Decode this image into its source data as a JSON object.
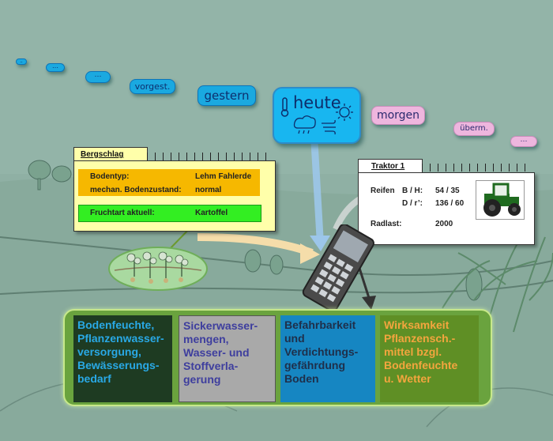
{
  "timeline": {
    "past": [
      "–",
      "…",
      "…"
    ],
    "vorgest": "vorgest.",
    "gestern": "gestern",
    "heute": "heute",
    "morgen": "morgen",
    "uebermorgen": "überm.",
    "future": "…"
  },
  "field_card": {
    "title": "Bergschlag",
    "rows": [
      {
        "label": "Bodentyp:",
        "value": "Lehm Fahlerde"
      },
      {
        "label": "mechan. Bodenzustand:",
        "value": "normal"
      }
    ],
    "crop": {
      "label": "Fruchtart aktuell:",
      "value": "Kartoffel"
    }
  },
  "tractor_card": {
    "title": "Traktor 1",
    "reifen_label": "Reifen",
    "bh_label": "B / H:",
    "bh_value": "54 / 35",
    "dr_label": "D / r’:",
    "dr_value": "136 / 60",
    "radlast_label": "Radlast:",
    "radlast_value": "2000"
  },
  "outputs": [
    {
      "lines": [
        "Bodenfeuchte,",
        "Pflanzenwasser-",
        "versorgung,",
        "Bewässerungs-",
        "bedarf"
      ],
      "bg": "#1e3b22",
      "color": "#29a9e6"
    },
    {
      "lines": [
        "Sickerwasser-",
        "mengen,",
        "Wasser- und",
        "Stoffverla-",
        "gerung"
      ],
      "bg": "#a9a9a9",
      "color": "#3e3e9e"
    },
    {
      "lines": [
        "Befahrbarkeit",
        "und",
        "Verdichtungs-",
        "gefährdung",
        "Boden"
      ],
      "bg": "#1686c2",
      "color": "#1f2f4a"
    },
    {
      "lines": [
        "Wirksamkeit",
        "Pflanzensch.-",
        "mittel bzgl.",
        "Bodenfeuchte",
        "u. Wetter"
      ],
      "bg": "#5f8f25",
      "color": "#f3a53e"
    }
  ],
  "colors": {
    "background": "#8fb0a4",
    "field_card_bg": "#ffffaa",
    "field_rows_bg": "#f6b800",
    "crop_row_bg": "#33ee22",
    "panel": "#6aa33e"
  },
  "icons": [
    "thermometer-icon",
    "rain-cloud-icon",
    "wind-icon",
    "sun-icon",
    "tractor-icon",
    "smartphone-icon"
  ]
}
